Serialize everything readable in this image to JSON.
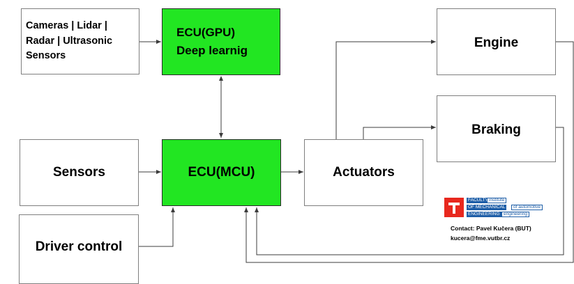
{
  "boxes": {
    "sensors_top": {
      "lines": [
        "Cameras | Lidar |",
        "Radar | Ultrasonic",
        "Sensors"
      ]
    },
    "gpu": {
      "lines": [
        "ECU(GPU)",
        "Deep learnig"
      ]
    },
    "sensors": {
      "label": "Sensors"
    },
    "mcu": {
      "label": "ECU(MCU)"
    },
    "actuators": {
      "label": "Actuators"
    },
    "engine": {
      "label": "Engine"
    },
    "braking": {
      "label": "Braking"
    },
    "driver": {
      "label": "Driver control"
    }
  },
  "logo": {
    "faculty": "FACULTY",
    "institute": "institute",
    "of_mechanical": "OF MECHANICAL",
    "of_automotive": "of automotive",
    "engineering_main": "ENGINEERING",
    "engineering_sub": "engineering"
  },
  "contact": {
    "line1": "Contact: Pavel Kučera (BUT)",
    "line2": "kucera@fme.vutbr.cz"
  },
  "colors": {
    "ecu_fill": "#22e622",
    "logo_red": "#e8281e",
    "logo_blue": "#1f5fa8",
    "connector": "#3c3c3c"
  }
}
